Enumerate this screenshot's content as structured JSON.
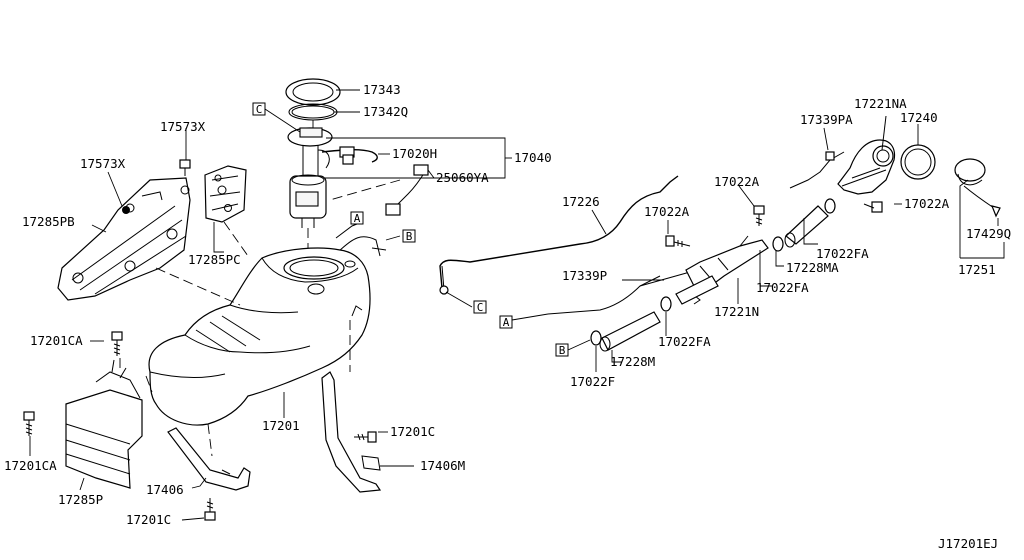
{
  "diagram_id": "J17201EJ",
  "labels": {
    "p17343": "17343",
    "p17342Q": "17342Q",
    "p17020H": "17020H",
    "p17040": "17040",
    "p25060YA": "25060YA",
    "p17573X_a": "17573X",
    "p17573X_b": "17573X",
    "p17285PB": "17285PB",
    "p17285PC": "17285PC",
    "p17201CA_a": "17201CA",
    "p17201CA_b": "17201CA",
    "p17285P": "17285P",
    "p17406": "17406",
    "p17201C_a": "17201C",
    "p17201C_b": "17201C",
    "p17201": "17201",
    "p17406M": "17406M",
    "p17226": "17226",
    "p17022A_a": "17022A",
    "p17022A_b": "17022A",
    "p17022A_c": "17022A",
    "p17339PA": "17339PA",
    "p17221NA": "17221NA",
    "p17240": "17240",
    "p17022FA_a": "17022FA",
    "p17022FA_b": "17022FA",
    "p17022FA_c": "17022FA",
    "p17228MA": "17228MA",
    "p17429Q": "17429Q",
    "p17251": "17251",
    "p17339P": "17339P",
    "p17221N": "17221N",
    "p17228M": "17228M",
    "p17022F": "17022F"
  },
  "refs": {
    "A": "A",
    "B": "B",
    "C": "C"
  }
}
